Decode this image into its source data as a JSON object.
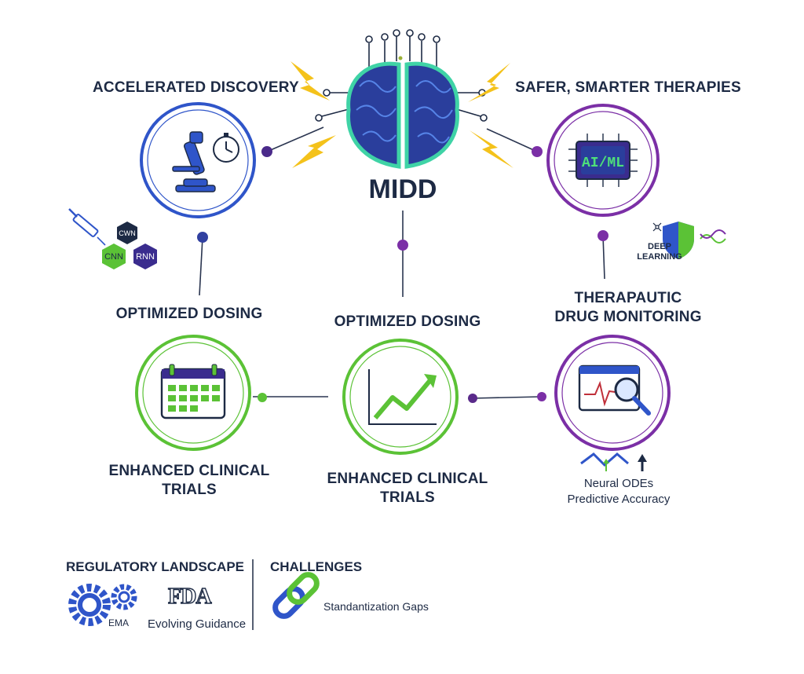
{
  "center": {
    "title": "MIDD"
  },
  "nodes": {
    "top_left": {
      "title": "ACCELERATED DISCOVERY",
      "icon": "microscope-stopwatch-icon",
      "color": "#2f55c9"
    },
    "top_right": {
      "title": "SAFER, SMARTER THERAPIES",
      "icon": "ai-chip-icon",
      "chip_label": "AI/ML",
      "color": "#7b2fa6"
    },
    "mid_left_label": "OPTIMIZED DOSING",
    "mid_center_label": "OPTIMIZED DOSING",
    "mid_right_label_line1": "THERAPAUTIC",
    "mid_right_label_line2": "DRUG MONITORING",
    "bottom_left": {
      "icon": "calendar-icon",
      "caption_line1": "ENHANCED CLINICAL",
      "caption_line2": "TRIALS",
      "color": "#5bc236"
    },
    "bottom_center": {
      "icon": "line-chart-icon",
      "caption_line1": "ENHANCED CLINICAL",
      "caption_line2": "TRIALS",
      "color": "#5bc236"
    },
    "bottom_right": {
      "icon": "monitor-magnifier-icon",
      "caption_line1": "Neural ODEs",
      "caption_line2": "Predictive Accuracy",
      "color": "#7b2fa6"
    }
  },
  "side_badges": {
    "hex_top": "CWN",
    "hex_left": "CNN",
    "hex_right": "RNN",
    "deep_learning_line1": "DEEP",
    "deep_learning_line2": "LEARNING"
  },
  "footer": {
    "regulatory_title": "REGULATORY LANDSCAPE",
    "ema_label": "EMA",
    "fda_label": "FDA",
    "guidance_label": "Evolving Guidance",
    "challenges_title": "CHALLENGES",
    "gap_label": "Standantization Gaps"
  },
  "colors": {
    "blue": "#2f55c9",
    "navy": "#1d2a44",
    "green": "#5bc236",
    "purple": "#7b2fa6",
    "yellow": "#f4c21b",
    "teal": "#3fd3a6"
  }
}
